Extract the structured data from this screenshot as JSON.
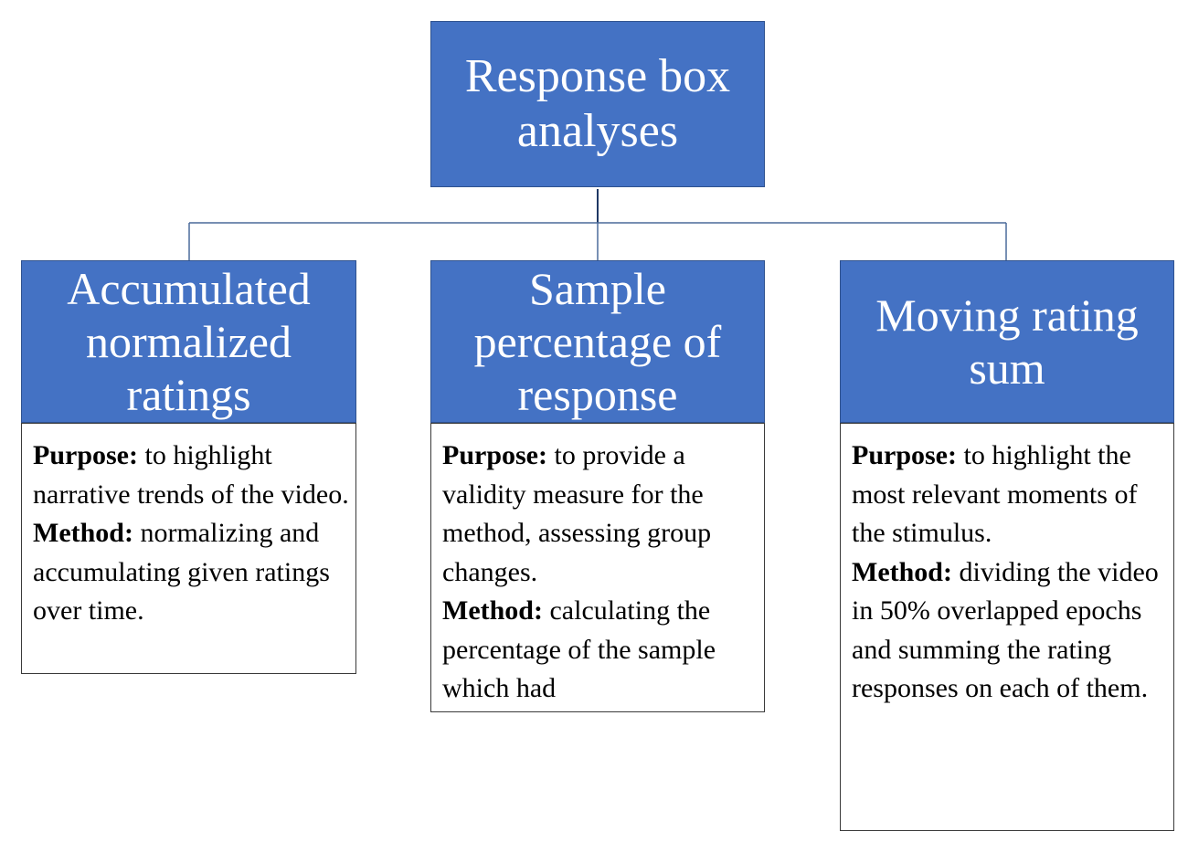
{
  "root": {
    "title": "Response box\nanalyses"
  },
  "columns": [
    {
      "title": "Accumulated\nnormalized\nratings",
      "purpose_label": "Purpose:",
      "purpose_text": " to highlight narrative trends of the video.",
      "method_label": "Method:",
      "method_text": " normalizing and accumulating given ratings over time."
    },
    {
      "title": "Sample\npercentage of\nresponse",
      "purpose_label": "Purpose:",
      "purpose_text": " to provide a validity measure for the method, assessing group changes.",
      "method_label": "Method:",
      "method_text": " calculating the percentage of the sample which had"
    },
    {
      "title": "Moving rating\nsum",
      "purpose_label": "Purpose:",
      "purpose_text": " to highlight the most relevant moments of the stimulus.",
      "method_label": "Method:",
      "method_text": " dividing the video in 50% overlapped epochs and summing the rating responses on each of them."
    }
  ],
  "colors": {
    "header_fill": "#4472c4",
    "header_border": "#2f528f",
    "connector": "#1f3864"
  }
}
